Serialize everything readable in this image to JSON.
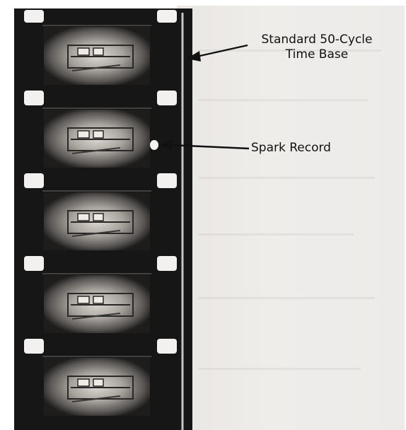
{
  "annotations": {
    "time_base": {
      "line1": "Standard 50-Cycle",
      "line2": "Time Base"
    },
    "spark": {
      "label": "Spark Record"
    }
  },
  "colors": {
    "film": "#171616",
    "sprocket": "#f2f1ef",
    "frame_glow": "#b9b5b0",
    "arrow": "#111111"
  },
  "frames_count": 5
}
